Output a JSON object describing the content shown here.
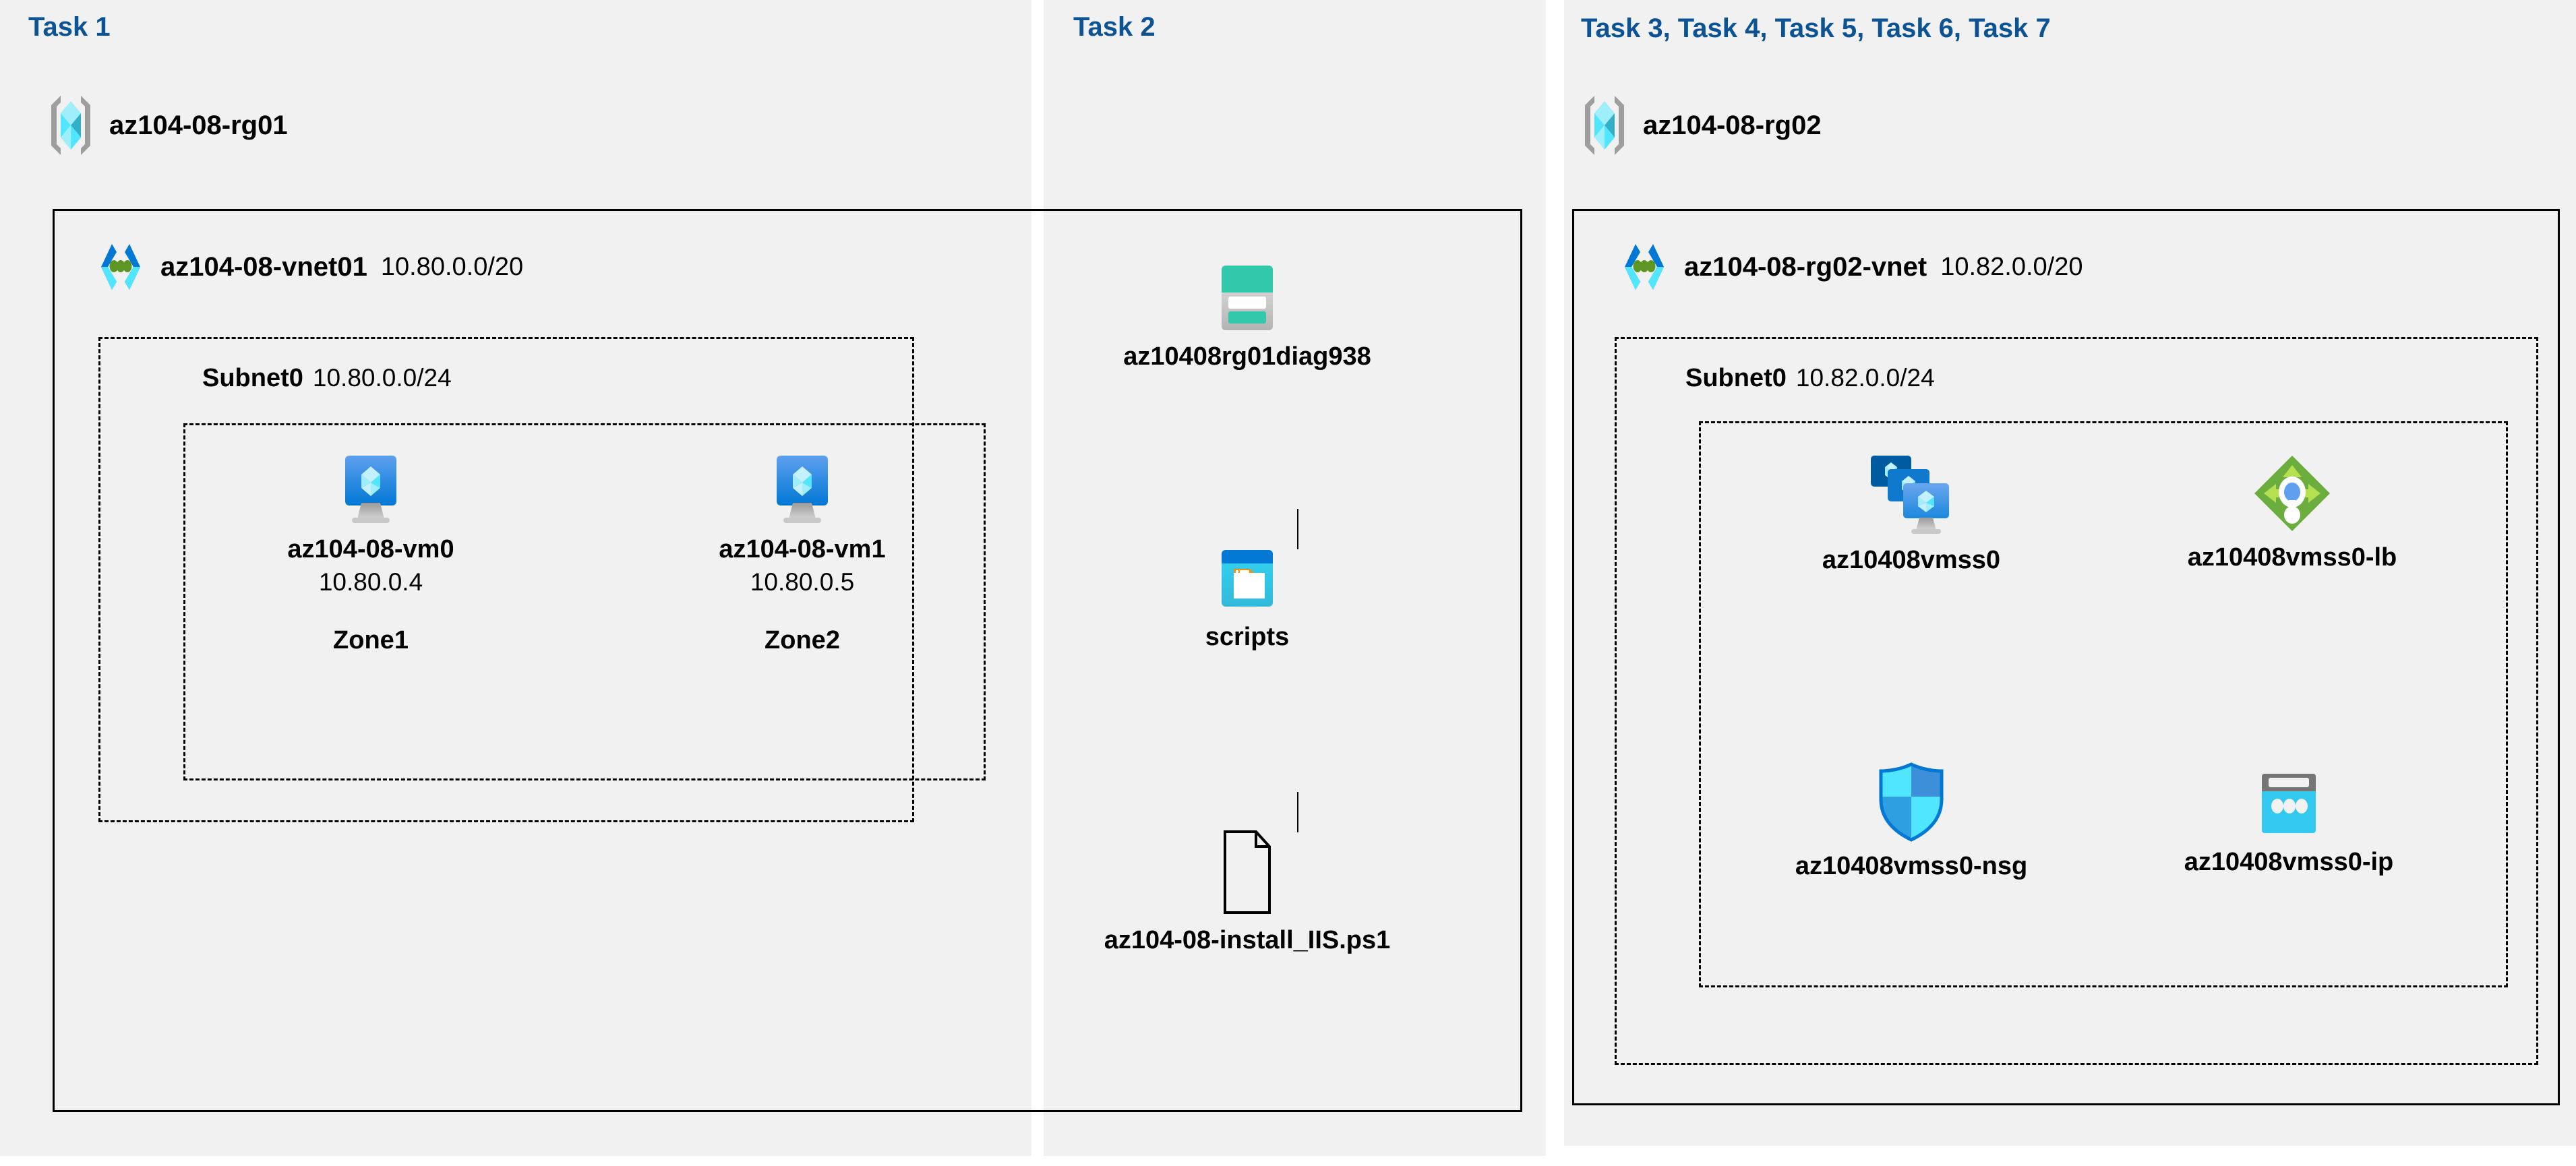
{
  "panels": {
    "task1": {
      "header": "Task 1"
    },
    "task2": {
      "header": "Task 2"
    },
    "task3": {
      "header": "Task 3, Task 4, Task 5, Task 6, Task 7"
    }
  },
  "resource_groups": [
    {
      "name": "az104-08-rg01",
      "icon": "resource-group-icon"
    },
    {
      "name": "az104-08-rg02",
      "icon": "resource-group-icon"
    }
  ],
  "vnets": [
    {
      "name": "az104-08-vnet01",
      "cidr": "10.80.0.0/20",
      "icon": "virtual-network-icon"
    },
    {
      "name": "az104-08-rg02-vnet",
      "cidr": "10.82.0.0/20",
      "icon": "virtual-network-icon"
    }
  ],
  "subnets": [
    {
      "name": "Subnet0",
      "cidr": "10.80.0.0/24"
    },
    {
      "name": "Subnet0",
      "cidr": "10.82.0.0/24"
    }
  ],
  "vms": [
    {
      "name": "az104-08-vm0",
      "ip": "10.80.0.4",
      "zone": "Zone1",
      "icon": "virtual-machine-icon"
    },
    {
      "name": "az104-08-vm1",
      "ip": "10.80.0.5",
      "zone": "Zone2",
      "icon": "virtual-machine-icon"
    }
  ],
  "storage": {
    "account": {
      "name": "az10408rg01diag938",
      "icon": "storage-account-icon"
    },
    "container": {
      "name": "scripts",
      "icon": "blob-container-icon"
    },
    "file": {
      "name": "az104-08-install_IIS.ps1",
      "icon": "file-icon"
    }
  },
  "scale_set_resources": [
    {
      "name": "az10408vmss0",
      "icon": "vm-scale-set-icon"
    },
    {
      "name": "az10408vmss0-lb",
      "icon": "load-balancer-icon"
    },
    {
      "name": "az10408vmss0-nsg",
      "icon": "network-security-group-icon"
    },
    {
      "name": "az10408vmss0-ip",
      "icon": "public-ip-address-icon"
    }
  ],
  "colors": {
    "panel_background": "#f1f1f1",
    "page_background": "#ffffff",
    "task_header": "#0b5394",
    "border": "#000000",
    "azure_blue": "#0078d4",
    "azure_cyan": "#50e6ff",
    "storage_teal": "#32c8ab",
    "lb_green": "#6cae3e",
    "lb_arrow_green": "#b4e051"
  }
}
